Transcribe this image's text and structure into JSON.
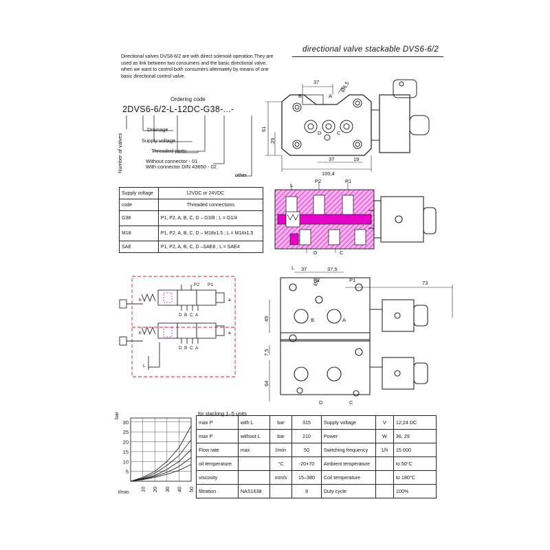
{
  "header": {
    "title": "directional valve stackable DVS6-6/2"
  },
  "intro": {
    "text": "Directional valves DVS6-6/2 are with direct solenoid operation.They are used as link between two consumers and the basic directional valve, when we want to control both consumers alternately by means of one basic directional control valve."
  },
  "ordering": {
    "label": "Ordering code",
    "code": "2DVS6-6/2-L-12DC-G38-...-",
    "number_of_valves": "Number of valves",
    "drainage": "Drainage",
    "supply_voltage": "Supply voltage",
    "threaded_ports": "Threaded ports",
    "without_connector": "Without connector       - 01",
    "with_connector": "With connector DIN 43650 - 02",
    "other": "other"
  },
  "connections_table": {
    "supply_label": "Supply voltage",
    "supply_value": "12VDC or 24VDC",
    "col_code": "code",
    "col_threaded": "Threaded connections",
    "rows": [
      {
        "code": "G38",
        "desc": "P1, P2, A, B, C, D – G3/8 ; L = G1/4"
      },
      {
        "code": "M18",
        "desc": "P1, P2, A, B, C, D – M18x1.5 ; L = M14x1.5"
      },
      {
        "code": "SAE",
        "desc": "P1, P2, A, B, C, D –SAE8 ; L = SAE4"
      }
    ]
  },
  "top_drawing": {
    "dims": [
      "37",
      "Ø6,5",
      "61",
      "29",
      "37",
      "19",
      "100,4"
    ],
    "ports": [
      "B",
      "A",
      "D",
      "C"
    ]
  },
  "section_drawing": {
    "ports": [
      "L",
      "P2",
      "P1",
      "D",
      "C"
    ]
  },
  "schematic": {
    "labels": [
      "P2",
      "P1",
      "b",
      "a",
      "D",
      "B",
      "C",
      "A",
      "b",
      "a",
      "D",
      "B",
      "C",
      "A",
      "L"
    ]
  },
  "stack_drawing": {
    "dims": [
      "37",
      "37,5",
      "Ø6",
      "73",
      "49",
      "7,5",
      "64"
    ],
    "ports": [
      "L",
      "P2",
      "P1",
      "B",
      "A",
      "D",
      "C"
    ]
  },
  "stacking_label": "for stacking 1–5 units",
  "spec_table": {
    "rows": [
      [
        "max P",
        "with L",
        "bar",
        "315",
        "Supply voltage",
        "V",
        "12;24 DC"
      ],
      [
        "max P",
        "without L",
        "bar",
        "210",
        "Power",
        "W",
        "36, 29"
      ],
      [
        "Flow rate",
        "max",
        "l/min",
        "50",
        "Switching frequency",
        "1/h",
        "15 000"
      ],
      [
        "oil temperature",
        "",
        "°C",
        "-20+70",
        "Ambient temperature",
        "",
        "to 50°C"
      ],
      [
        "viscosity",
        "",
        "mm/s",
        "15–380",
        "Coil temperature",
        "",
        "to 180°C"
      ],
      [
        "filtration",
        "NAS1638",
        "",
        "9",
        "Duty cycle",
        "",
        "100%"
      ]
    ]
  },
  "chart_data": {
    "type": "line",
    "ylabel": "bar",
    "xlabel": "l/min",
    "x_ticks": [
      "10",
      "20",
      "30",
      "40",
      "50"
    ],
    "y_ticks": [
      "5",
      "10",
      "15",
      "20",
      "25",
      "30"
    ],
    "xlim": [
      0,
      50
    ],
    "ylim": [
      0,
      32
    ],
    "series": [
      {
        "x": [
          0,
          10,
          20,
          30,
          40,
          50
        ],
        "values": [
          0,
          2,
          5,
          10,
          17,
          28
        ]
      },
      {
        "x": [
          0,
          10,
          20,
          30,
          40,
          50
        ],
        "values": [
          0,
          1.5,
          4,
          8,
          13,
          21
        ]
      },
      {
        "x": [
          0,
          10,
          20,
          30,
          40,
          50
        ],
        "values": [
          0,
          1.2,
          3,
          6,
          10,
          16
        ]
      },
      {
        "x": [
          0,
          10,
          20,
          30,
          40,
          50
        ],
        "values": [
          0,
          1,
          2.5,
          4.5,
          7.5,
          12
        ]
      },
      {
        "x": [
          0,
          10,
          20,
          30,
          40,
          50
        ],
        "values": [
          0,
          0.8,
          2,
          3.5,
          5.5,
          8.5
        ]
      }
    ]
  },
  "colors": {
    "line": "#222222",
    "red_dash": "#d91c1c",
    "magenta": "#e600c8",
    "hatch": "#ee33cc",
    "pink_fill": "#f4b3ee"
  }
}
